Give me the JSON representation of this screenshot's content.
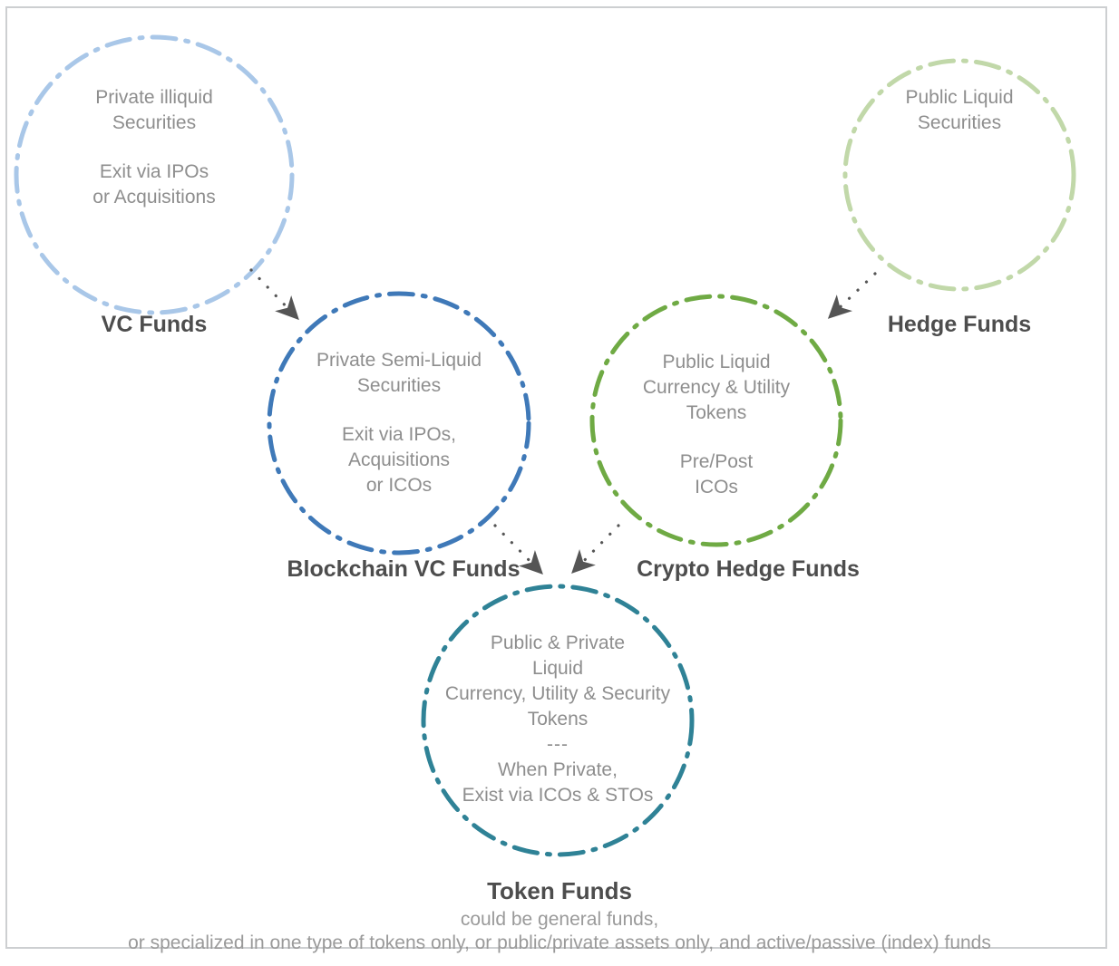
{
  "diagram": {
    "frame_color": "#cdcfd1",
    "text_color": "#8e8e8e",
    "label_color": "#4d4d4d",
    "arrow_color": "#555555",
    "nodes": [
      {
        "id": "vc-funds",
        "label": "VC Funds",
        "color": "#a9c7e8",
        "lines_top": [
          "Private illiquid",
          "Securities"
        ],
        "lines_bottom": [
          "Exit via IPOs",
          "or Acquisitions"
        ]
      },
      {
        "id": "hedge-funds",
        "label": "Hedge Funds",
        "color": "#c1d8a9",
        "lines_top": [
          "Public Liquid",
          "Securities"
        ],
        "lines_bottom": []
      },
      {
        "id": "blockchain-vc-funds",
        "label": "Blockchain VC Funds",
        "color": "#3f79b8",
        "lines_top": [
          "Private Semi-Liquid",
          "Securities"
        ],
        "lines_bottom": [
          "Exit via IPOs,",
          "Acquisitions",
          "or ICOs"
        ]
      },
      {
        "id": "crypto-hedge-funds",
        "label": "Crypto Hedge Funds",
        "color": "#6faa44",
        "lines_top": [
          "Public Liquid",
          "Currency & Utility",
          "Tokens"
        ],
        "lines_bottom": [
          "Pre/Post",
          "ICOs"
        ]
      },
      {
        "id": "token-funds",
        "label": "Token Funds",
        "color": "#2f8296",
        "lines_top": [
          "Public & Private",
          "Liquid",
          "Currency, Utility & Security",
          "Tokens"
        ],
        "separator": "---",
        "lines_bottom": [
          "When Private,",
          "Exist via ICOs & STOs"
        ]
      }
    ],
    "caption": {
      "title": "Token Funds",
      "line1": "could be general funds,",
      "line2": "or specialized in one type of tokens only, or public/private assets only, and active/passive (index) funds"
    },
    "arrows": [
      {
        "id": "vc-to-blockchain-vc",
        "from": "vc-funds",
        "to": "blockchain-vc-funds"
      },
      {
        "id": "hedge-to-crypto-hedge",
        "from": "hedge-funds",
        "to": "crypto-hedge-funds"
      },
      {
        "id": "blockchain-vc-to-token",
        "from": "blockchain-vc-funds",
        "to": "token-funds"
      },
      {
        "id": "crypto-hedge-to-token",
        "from": "crypto-hedge-funds",
        "to": "token-funds"
      }
    ]
  }
}
